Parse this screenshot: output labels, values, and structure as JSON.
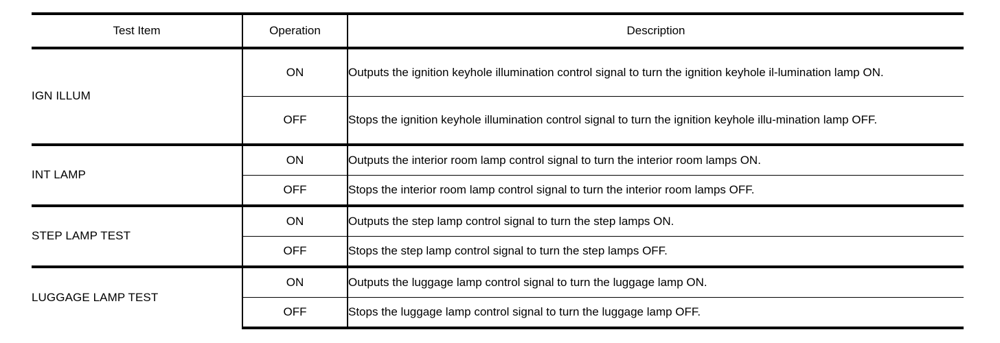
{
  "table": {
    "headers": {
      "test_item": "Test Item",
      "operation": "Operation",
      "description": "Description"
    },
    "groups": [
      {
        "test_item": "IGN ILLUM",
        "rows": [
          {
            "operation": "ON",
            "description": "Outputs the ignition keyhole illumination control signal to turn the ignition keyhole il-lumination lamp ON."
          },
          {
            "operation": "OFF",
            "description": "Stops the ignition keyhole illumination control signal to turn the ignition keyhole illu-mination lamp OFF."
          }
        ]
      },
      {
        "test_item": "INT LAMP",
        "rows": [
          {
            "operation": "ON",
            "description": "Outputs the interior room lamp control signal to turn the interior room lamps ON."
          },
          {
            "operation": "OFF",
            "description": "Stops the interior room lamp control signal to turn the interior room lamps OFF."
          }
        ]
      },
      {
        "test_item": "STEP LAMP TEST",
        "rows": [
          {
            "operation": "ON",
            "description": "Outputs the step lamp control signal to turn the step lamps ON."
          },
          {
            "operation": "OFF",
            "description": "Stops the step lamp control signal to turn the step lamps OFF."
          }
        ]
      },
      {
        "test_item": "LUGGAGE LAMP TEST",
        "rows": [
          {
            "operation": "ON",
            "description": "Outputs the luggage lamp control signal to turn the luggage lamp ON."
          },
          {
            "operation": "OFF",
            "description": "Stops the luggage lamp control signal to turn the luggage lamp OFF."
          }
        ]
      }
    ]
  }
}
